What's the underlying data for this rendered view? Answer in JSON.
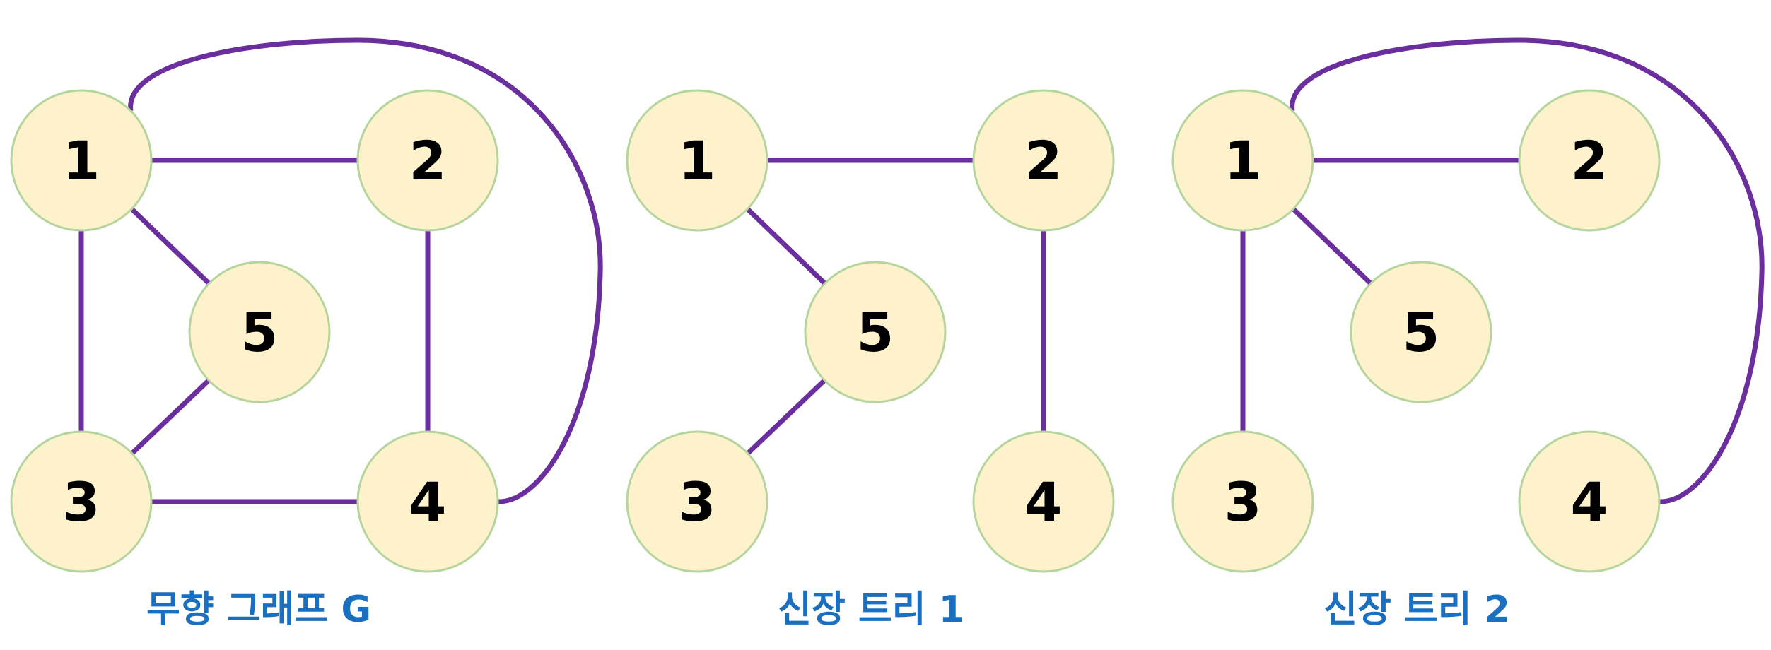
{
  "colors": {
    "edge": "#6b2e9e",
    "node_fill": "#fdf2cc",
    "node_stroke": "#b5d59c",
    "node_text": "#000000",
    "caption": "#1a6fc1"
  },
  "graphs": [
    {
      "id": "graph-g",
      "caption": "무향 그래프 G",
      "nodes": [
        "1",
        "2",
        "3",
        "4",
        "5"
      ],
      "edges": [
        [
          "1",
          "2"
        ],
        [
          "1",
          "3"
        ],
        [
          "1",
          "5"
        ],
        [
          "2",
          "4"
        ],
        [
          "3",
          "4"
        ],
        [
          "3",
          "5"
        ],
        [
          "1",
          "4"
        ]
      ]
    },
    {
      "id": "spanning-tree-1",
      "caption": "신장 트리 1",
      "nodes": [
        "1",
        "2",
        "3",
        "4",
        "5"
      ],
      "edges": [
        [
          "1",
          "2"
        ],
        [
          "1",
          "5"
        ],
        [
          "3",
          "5"
        ],
        [
          "2",
          "4"
        ]
      ]
    },
    {
      "id": "spanning-tree-2",
      "caption": "신장 트리 2",
      "nodes": [
        "1",
        "2",
        "3",
        "4",
        "5"
      ],
      "edges": [
        [
          "1",
          "2"
        ],
        [
          "1",
          "3"
        ],
        [
          "1",
          "5"
        ],
        [
          "1",
          "4"
        ]
      ]
    }
  ]
}
